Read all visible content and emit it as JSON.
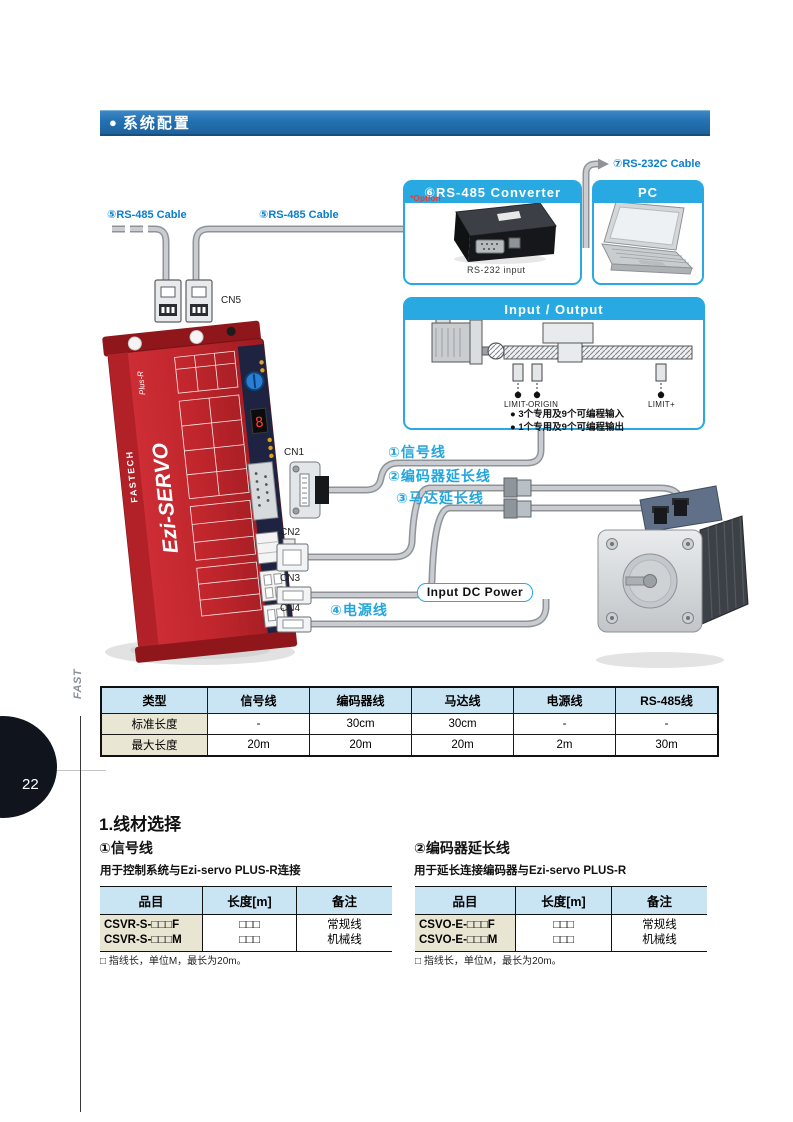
{
  "page": {
    "number": "22",
    "side_label": "FAST"
  },
  "header": {
    "bullet": "●",
    "title": "系统配置"
  },
  "diagram": {
    "labels": {
      "rs485_cable_left": "⑤RS-485 Cable",
      "rs485_cable_right": "⑤RS-485 Cable",
      "rs232c_cable": "⑦RS-232C Cable",
      "cn5": "CN5",
      "cn1": "CN1",
      "cn2": "CN2",
      "cn3": "CN3",
      "cn4": "CN4",
      "signal_line": "①信号线",
      "encoder_ext_line": "②编码器延长线",
      "motor_ext_line": "③马达延长线",
      "power_line": "④电源线",
      "input_dc_power": "Input DC Power"
    },
    "converter_box": {
      "title": "⑥RS-485 Converter",
      "option": "*Option",
      "caption": "RS-232 input"
    },
    "pc_box": {
      "title": "PC"
    },
    "io_box": {
      "title": "Input / Output",
      "limit_minus": "LIMIT-",
      "origin": "ORIGIN",
      "limit_plus": "LIMIT+",
      "bullets": [
        "● 3个专用及9个可编程输入",
        "● 1个专用及9个可编程输出"
      ]
    },
    "drive": {
      "brand": "FASTECH",
      "model_big": "Ezi-SERVO",
      "model_small": "Plus-R",
      "display_digit": "8"
    }
  },
  "spec_table": {
    "headers": [
      "类型",
      "信号线",
      "编码器线",
      "马达线",
      "电源线",
      "RS-485线"
    ],
    "rows": [
      {
        "label": "标准长度",
        "values": [
          "-",
          "30cm",
          "30cm",
          "-",
          "-"
        ]
      },
      {
        "label": "最大长度",
        "values": [
          "20m",
          "20m",
          "20m",
          "2m",
          "30m"
        ]
      }
    ]
  },
  "selection": {
    "heading": "1.线材选择",
    "left": {
      "subtitle": "①信号线",
      "desc": "用于控制系统与Ezi-servo PLUS-R连接",
      "headers": [
        "品目",
        "长度[m]",
        "备注"
      ],
      "items": [
        "CSVR-S-□□□F",
        "CSVR-S-□□□M"
      ],
      "lengths": [
        "□□□",
        "□□□"
      ],
      "notes": [
        "常规线",
        "机械线"
      ],
      "footnote": "□ 指线长，单位M，最长为20m。"
    },
    "right": {
      "subtitle": "②编码器延长线",
      "desc": "用于延长连接编码器与Ezi-servo PLUS-R",
      "headers": [
        "品目",
        "长度[m]",
        "备注"
      ],
      "items": [
        "CSVO-E-□□□F",
        "CSVO-E-□□□M"
      ],
      "lengths": [
        "□□□",
        "□□□"
      ],
      "notes": [
        "常规线",
        "机械线"
      ],
      "footnote": "□ 指线长，单位M，最长为20m。"
    }
  },
  "colors": {
    "accent_blue": "#29a9e1",
    "header_bar_blue": "#2473b4",
    "cable_label_blue": "#0a7ece",
    "option_red": "#e23c36",
    "table_header_blue": "#c9e5f4",
    "table_label_beige": "#e9e5d3",
    "drive_red": "#c0262c"
  }
}
